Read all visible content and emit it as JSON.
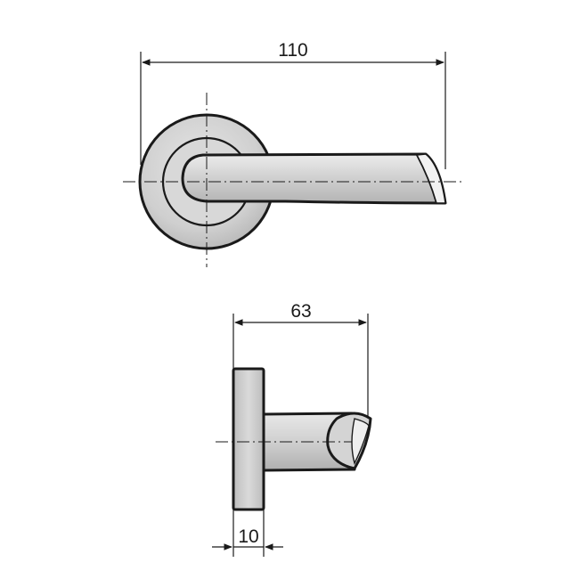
{
  "dimensions": {
    "overall_length": "110",
    "projection": "63",
    "rose_thickness": "10"
  },
  "colors": {
    "line": "#1a1a1a",
    "metal_light": "#dedede",
    "metal_mid": "#c9c9c9",
    "metal_dark": "#a9a9a9",
    "background": "#ffffff"
  }
}
